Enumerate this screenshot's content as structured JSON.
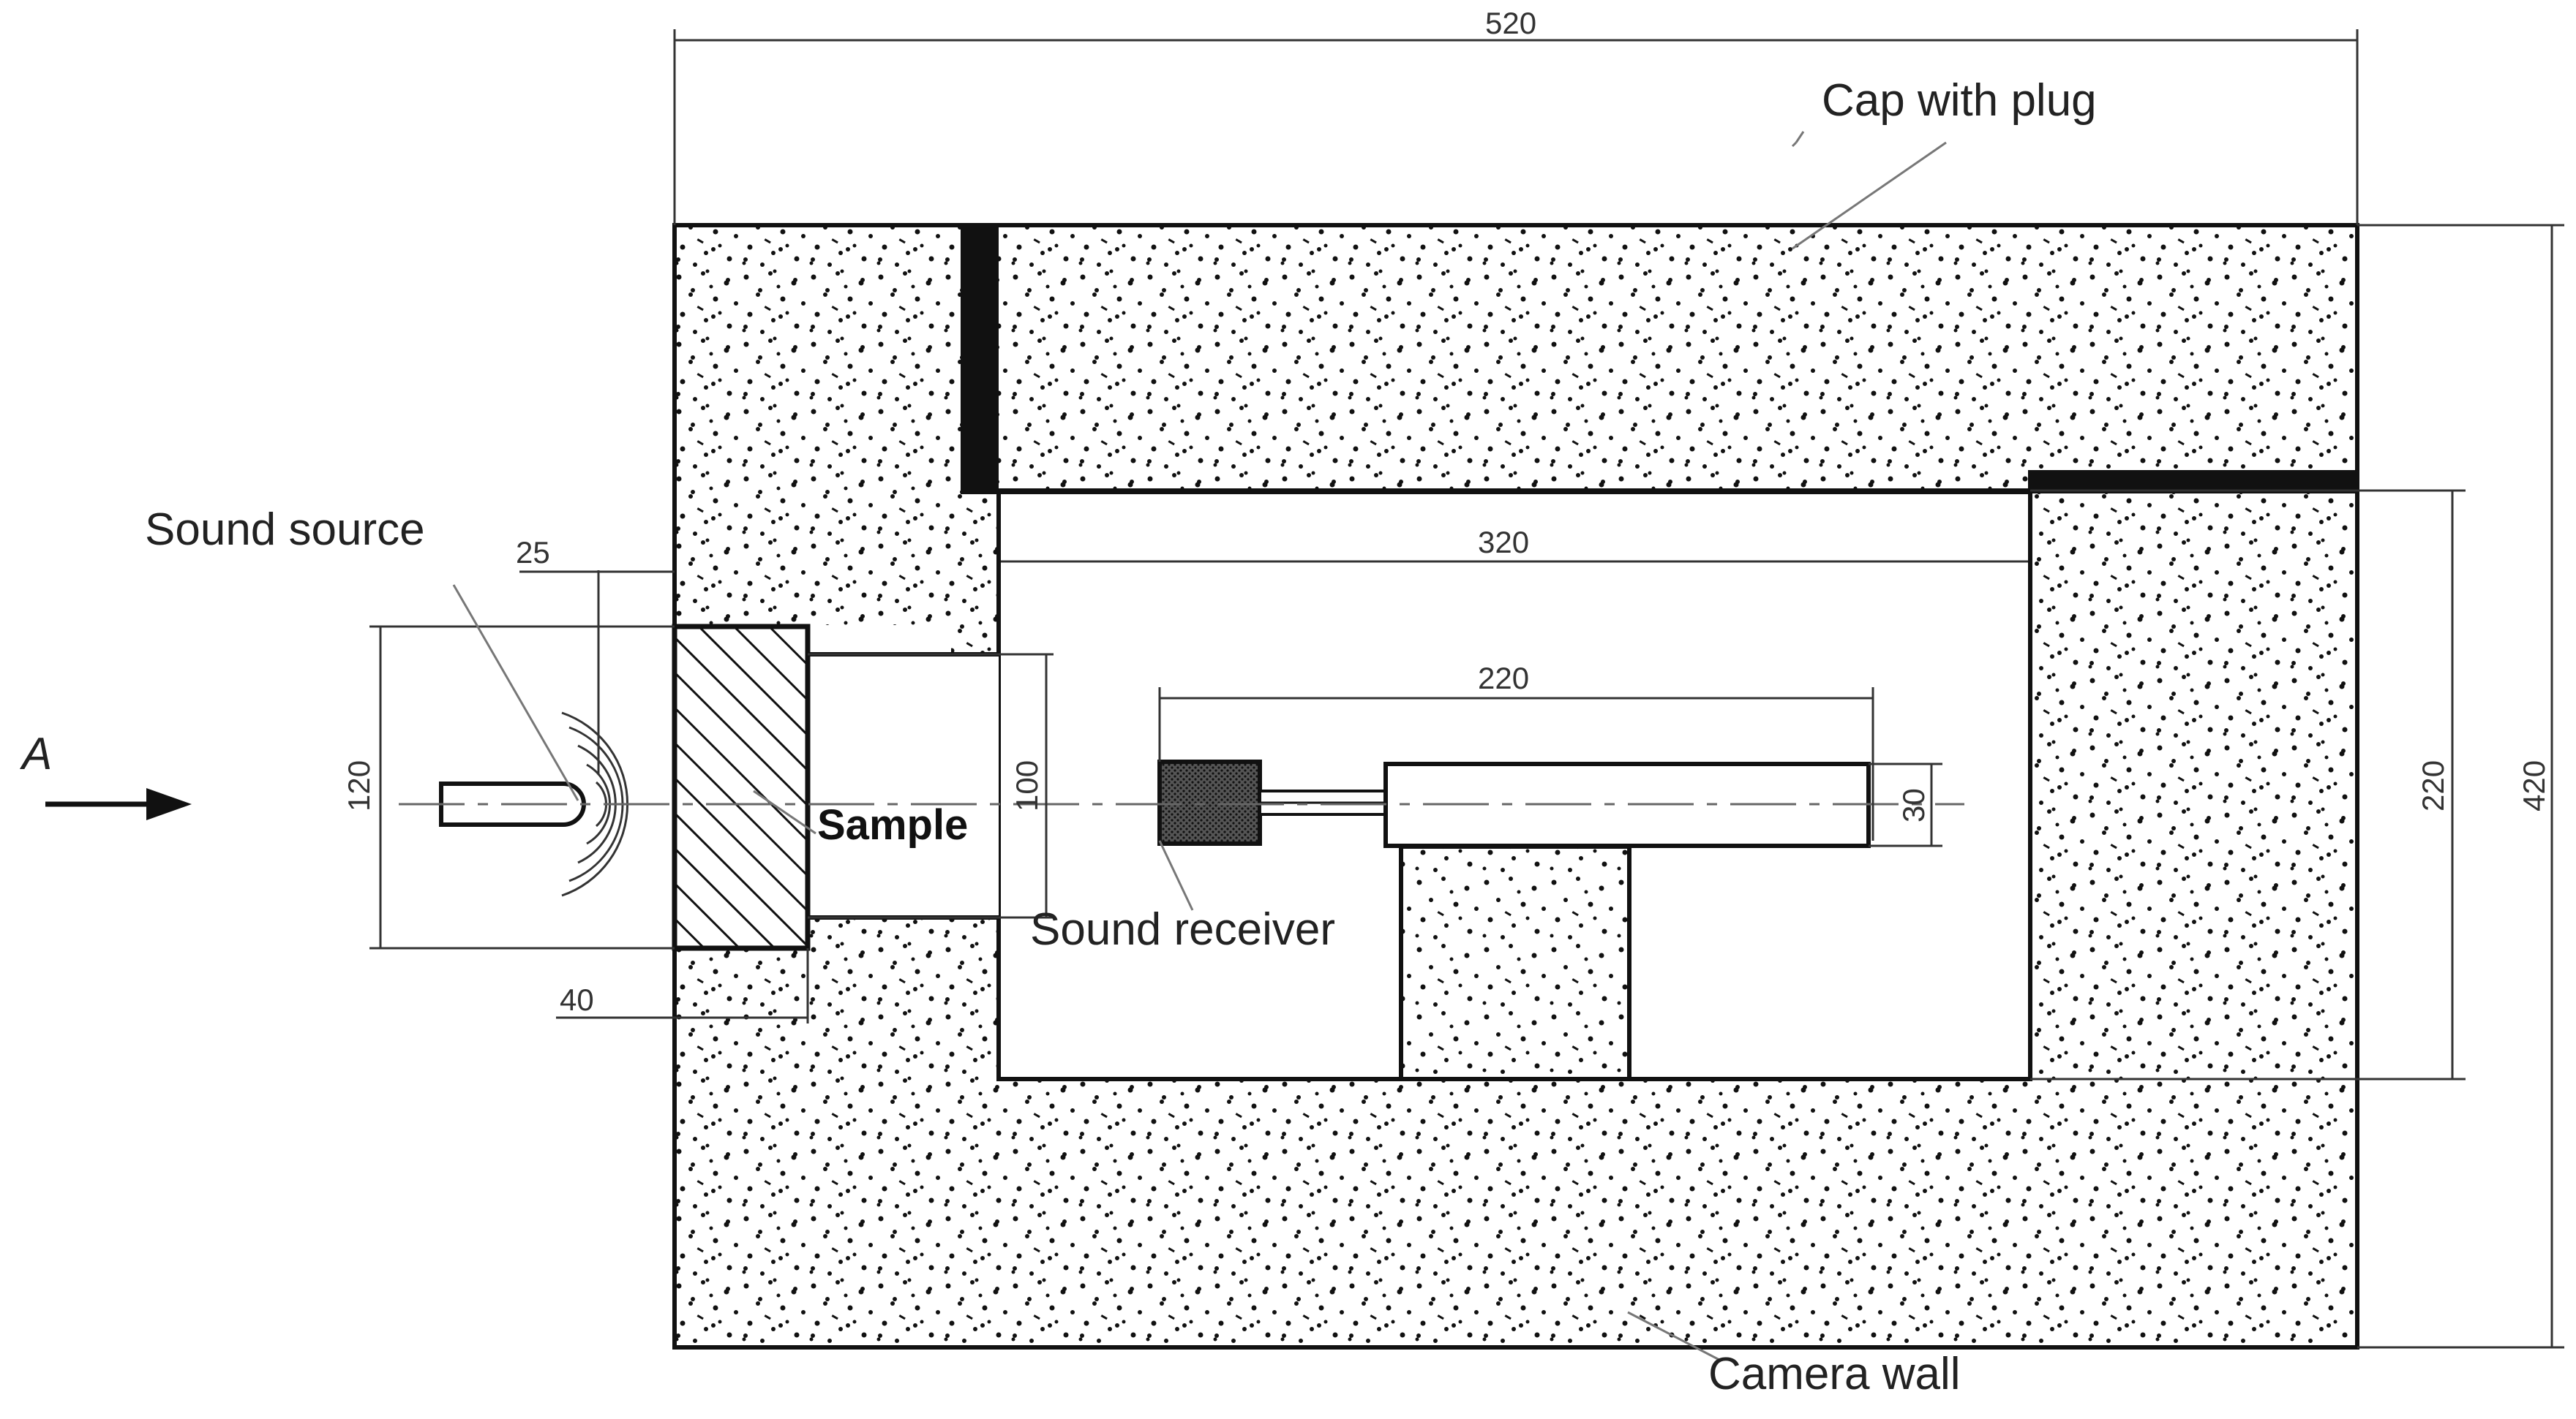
{
  "labels": {
    "cap_with_plug": "Cap with plug",
    "sound_source": "Sound source",
    "sample": "Sample",
    "sound_receiver": "Sound receiver",
    "camera_wall": "Camera  wall",
    "view_a": "A"
  },
  "dimensions": {
    "overall_width": "520",
    "overall_height": "420",
    "inner_cavity_width": "320",
    "inner_cavity_height": "220",
    "receiver_length": "220",
    "source_distance": "25",
    "sample_height": "120",
    "sample_thickness": "40",
    "sample_tube_height": "100",
    "receiver_diameter": "30"
  },
  "colors": {
    "line": "#111111",
    "dimension_line": "#333333",
    "leader": "#777777",
    "background": "#ffffff"
  }
}
